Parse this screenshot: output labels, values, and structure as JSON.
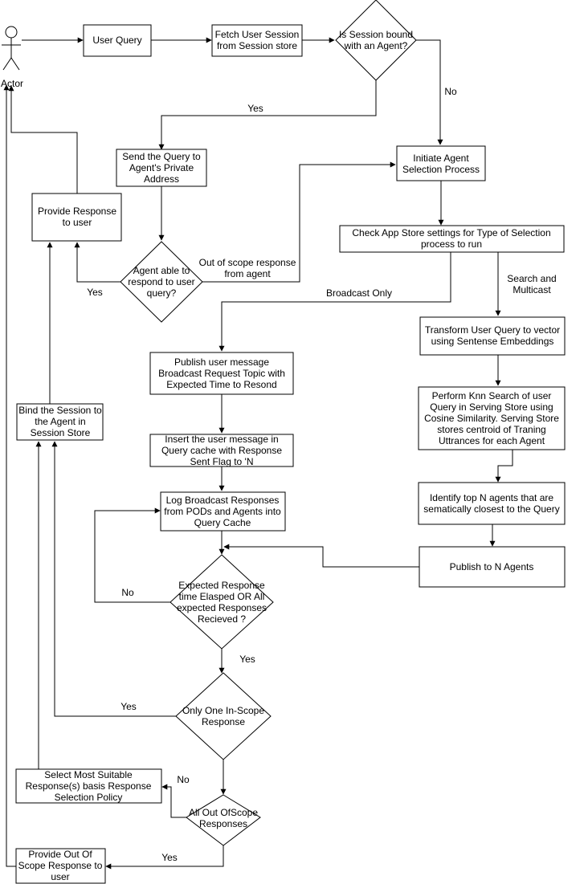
{
  "actor": {
    "label": "Actor"
  },
  "nodes": {
    "user_query": [
      "User Query"
    ],
    "fetch_session": [
      "Fetch User Session",
      "from Session store"
    ],
    "session_bound": [
      "Is Session bound",
      "with an Agent?"
    ],
    "initiate_selection": [
      "Initiate Agent",
      "Selection Process"
    ],
    "send_query": [
      "Send the Query to",
      "Agent's Private",
      "Address"
    ],
    "provide_response": [
      "Provide Response",
      "to user"
    ],
    "check_app_store": [
      "Check App Store settings for Type of Selection",
      "process to run"
    ],
    "agent_able": [
      "Agent able to",
      "respond to user",
      "query?"
    ],
    "publish_broadcast": [
      "Publish user message",
      "Broadcast Request Topic with",
      "Expected Time to Resond"
    ],
    "transform_query": [
      "Transform User Query to vector",
      "using Sentense Embeddings"
    ],
    "knn_search": [
      "Perform Knn Search of user",
      "Query in Serving Store  using",
      "Cosine Similarity.  Serving Store",
      "stores centroid of Traning",
      "Uttrances for each Agent"
    ],
    "bind_session": [
      "Bind the Session to",
      "the Agent in",
      "Session Store"
    ],
    "insert_cache": [
      "Insert the user message in",
      "Query cache with Response",
      "Sent Flag to 'N"
    ],
    "log_broadcast": [
      "Log Broadcast Responses",
      "from PODs and Agents into",
      "Query Cache"
    ],
    "identify_top_n": [
      "Identify top N agents that are",
      "sematically closest to the Query"
    ],
    "publish_n": [
      "Publish to N Agents"
    ],
    "expected_elapsed": [
      "Expected Response",
      "time Elasped OR All",
      "expected Responses",
      "Recieved ?"
    ],
    "only_one": [
      "Only One In-Scope",
      "Response"
    ],
    "select_suitable": [
      "Select Most Suitable",
      "Response(s) basis Response",
      "Selection Policy"
    ],
    "all_out_scope": [
      "All Out OfScope",
      "Responses"
    ],
    "provide_out_scope": [
      "Provide Out Of",
      "Scope Response to",
      "user"
    ]
  },
  "edge_labels": {
    "yes_session": "Yes",
    "no_session": "No",
    "out_of_scope": [
      "Out of scope response",
      "from agent"
    ],
    "yes_agent_able": "Yes",
    "broadcast_only": "Broadcast Only",
    "search_multicast": [
      "Search and",
      "Multicast"
    ],
    "no_expected": "No",
    "yes_expected": "Yes",
    "yes_only_one": "Yes",
    "no_all_out": "No",
    "yes_all_out": "Yes"
  }
}
